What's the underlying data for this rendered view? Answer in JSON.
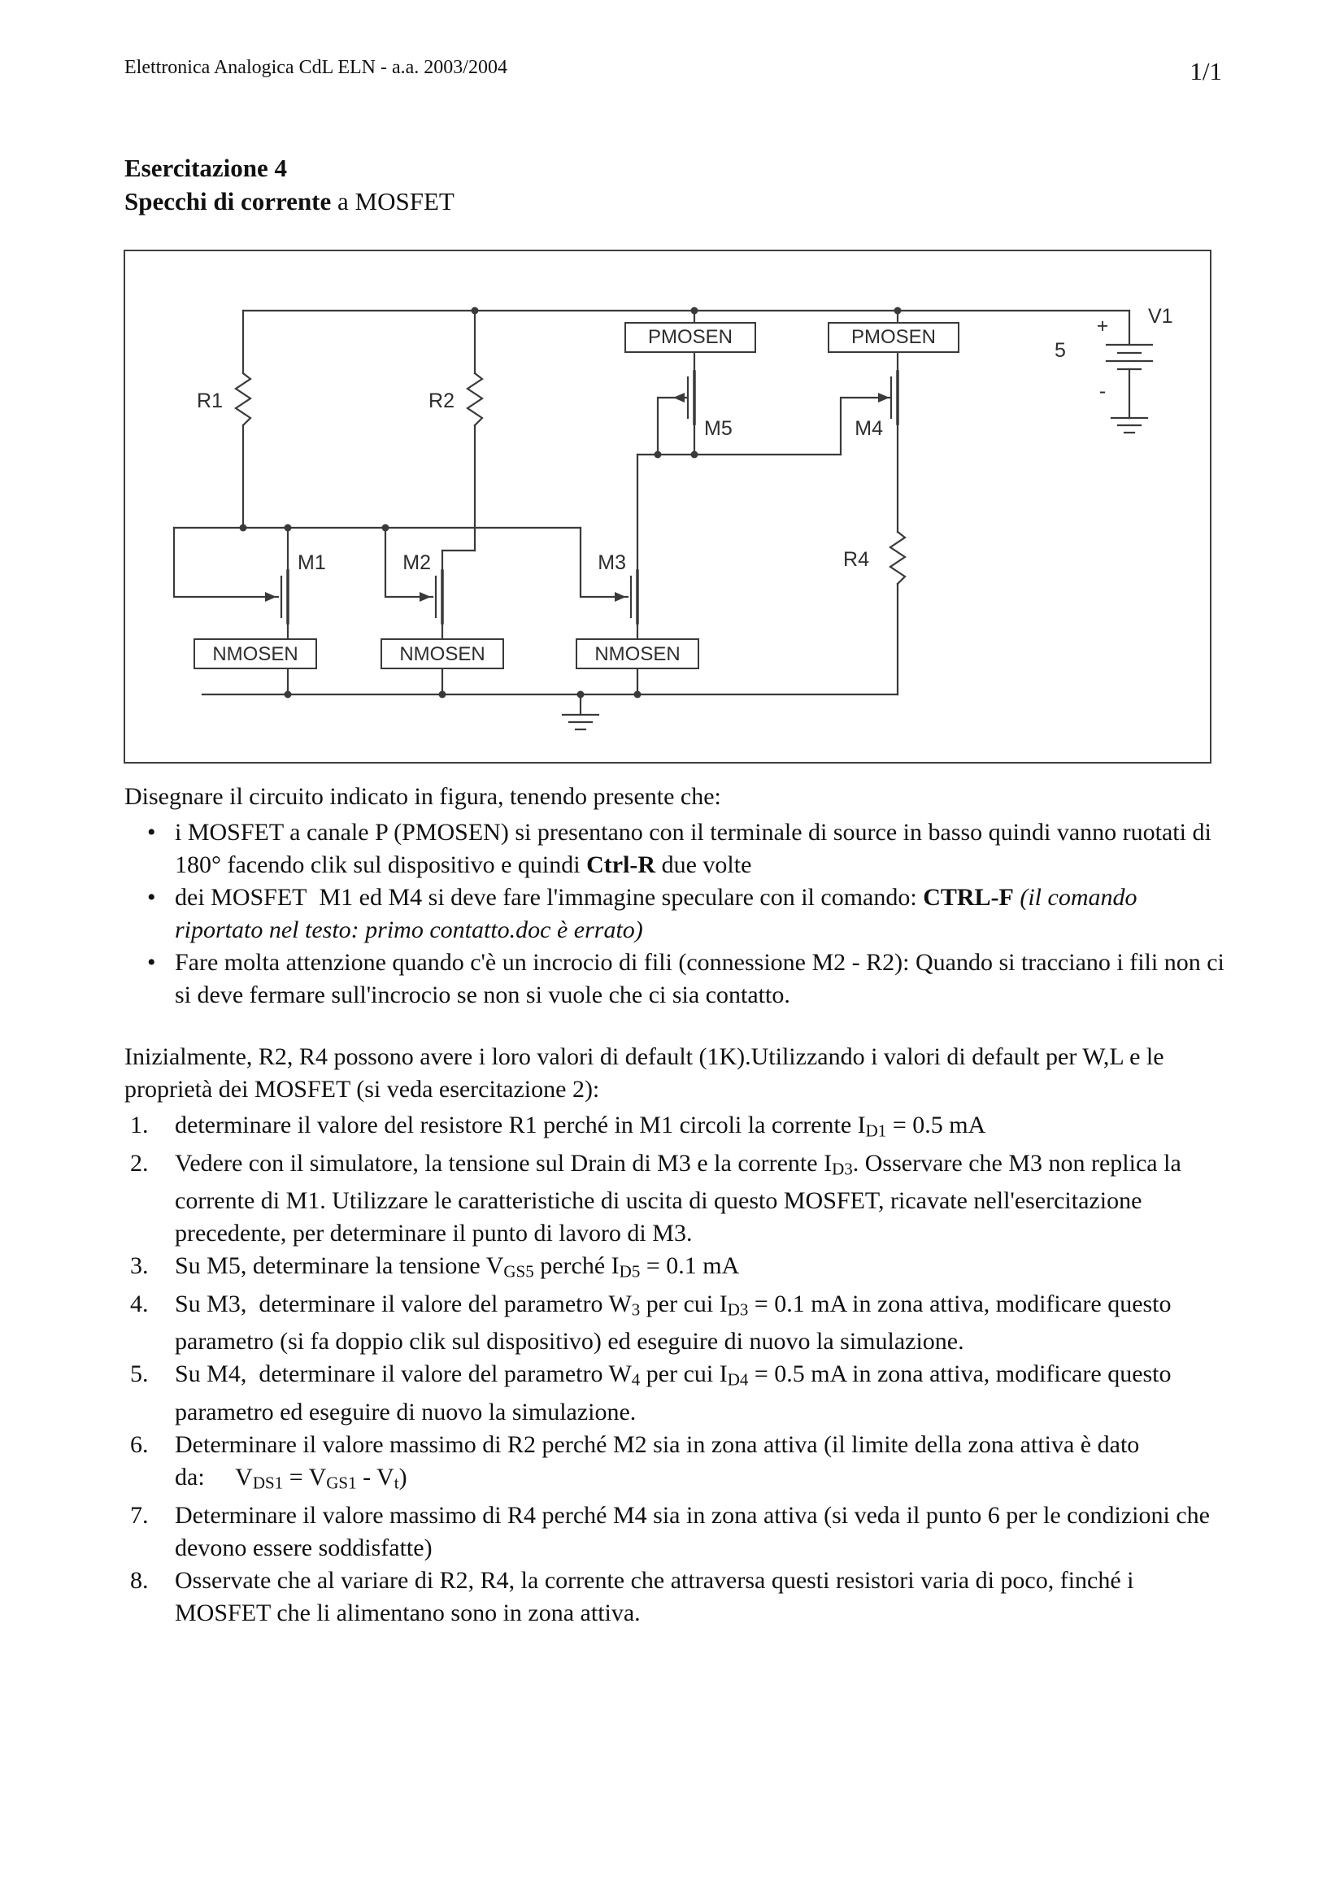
{
  "header": {
    "course": "Elettronica Analogica CdL ELN - a.a. 2003/2004",
    "page": "1/1"
  },
  "title": {
    "line1": "Esercitazione 4",
    "line2": [
      {
        "t": "Specchi di corrente",
        "b": 1
      },
      {
        "t": " a MOSFET"
      }
    ]
  },
  "circuit": {
    "labels": {
      "r1": "R1",
      "r2": "R2",
      "r4": "R4",
      "m1": "M1",
      "m2": "M2",
      "m3": "M3",
      "m4": "M4",
      "m5": "M5",
      "nmos": "NMOSEN",
      "pmos": "PMOSEN",
      "v1": "V1",
      "v1_value": "5",
      "plus": "+",
      "minus": "-"
    }
  },
  "intro": "Disegnare il circuito indicato in figura, tenendo presente che:",
  "bullets": [
    [
      {
        "t": "i MOSFET a canale P (PMOSEN) si presentano con il terminale di source in basso quindi vanno ruotati di 180° facendo clik sul dispositivo e quindi "
      },
      {
        "t": "Ctrl-R",
        "b": 1
      },
      {
        "t": " due volte"
      }
    ],
    [
      {
        "t": "dei MOSFET  M1 ed M4 si deve fare l'immagine speculare con il comando: "
      },
      {
        "t": "CTRL-F",
        "b": 1
      },
      {
        "t": " "
      },
      {
        "t": "(il comando riportato nel testo: primo contatto.doc è errato)",
        "i": 1
      }
    ],
    [
      {
        "t": "Fare molta attenzione quando c'è un incrocio di fili (connessione M2 - R2): Quando si tracciano i fili non ci si deve fermare sull'incrocio se non si vuole che ci sia contatto."
      }
    ]
  ],
  "paragraph": "Inizialmente, R2, R4 possono avere i loro valori di default (1K).Utilizzando i valori di default per W,L e le proprietà dei MOSFET (si veda esercitazione 2):",
  "items": [
    [
      {
        "t": "determinare il valore del resistore R1 perché in M1 circoli la corrente I"
      },
      {
        "t": "D1",
        "s": 1
      },
      {
        "t": " = 0.5 mA"
      }
    ],
    [
      {
        "t": "Vedere con il simulatore, la tensione sul Drain di M3 e la corrente I"
      },
      {
        "t": "D3",
        "s": 1
      },
      {
        "t": ". Osservare che M3 non replica la corrente di M1. Utilizzare le caratteristiche di uscita di questo MOSFET, ricavate nell'esercitazione precedente, per determinare il punto di lavoro di M3."
      }
    ],
    [
      {
        "t": "Su M5, determinare la tensione V"
      },
      {
        "t": "GS5",
        "s": 1
      },
      {
        "t": " perché I"
      },
      {
        "t": "D5",
        "s": 1
      },
      {
        "t": " = 0.1 mA"
      }
    ],
    [
      {
        "t": "Su M3,  determinare il valore del parametro W"
      },
      {
        "t": "3",
        "s": 1
      },
      {
        "t": " per cui I"
      },
      {
        "t": "D3",
        "s": 1
      },
      {
        "t": " = 0.1 mA in zona attiva, modificare questo parametro (si fa doppio clik sul dispositivo) ed eseguire di nuovo la simulazione."
      }
    ],
    [
      {
        "t": "Su M4,  determinare il valore del parametro W"
      },
      {
        "t": "4",
        "s": 1
      },
      {
        "t": " per cui I"
      },
      {
        "t": "D4",
        "s": 1
      },
      {
        "t": " = 0.5 mA in zona attiva, modificare questo parametro ed eseguire di nuovo la simulazione."
      }
    ],
    [
      {
        "t": "Determinare il valore massimo di R2 perché M2 sia in zona attiva (il limite della zona attiva è dato da:     V"
      },
      {
        "t": "DS1",
        "s": 1
      },
      {
        "t": " = V"
      },
      {
        "t": "GS1",
        "s": 1
      },
      {
        "t": " - V"
      },
      {
        "t": "t",
        "s": 1
      },
      {
        "t": ")"
      }
    ],
    [
      {
        "t": "Determinare il valore massimo di R4 perché M4 sia in zona attiva (si veda il punto 6 per le condizioni che devono essere soddisfatte)"
      }
    ],
    [
      {
        "t": "Osservate che al variare di R2, R4, la corrente che attraversa questi resistori varia di poco, finché i MOSFET che li alimentano sono in zona attiva."
      }
    ]
  ]
}
